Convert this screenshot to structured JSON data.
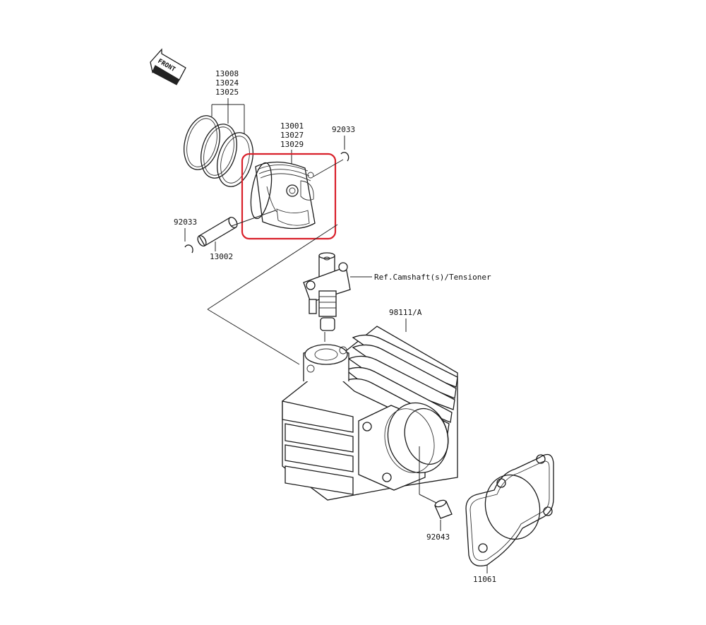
{
  "front_badge": "FRONT",
  "highlight_color": "#d9202a",
  "callouts": {
    "ring_set": [
      "13008",
      "13024",
      "13025"
    ],
    "piston": [
      "13001",
      "13027",
      "13029"
    ],
    "circlip_right": "92033",
    "circlip_left": "92033",
    "piston_pin": "13002",
    "tensioner_ref": "Ref.Camshaft(s)/Tensioner",
    "cylinder": "98111/A",
    "dowel_pin": "92043",
    "head_gasket": "11061"
  }
}
